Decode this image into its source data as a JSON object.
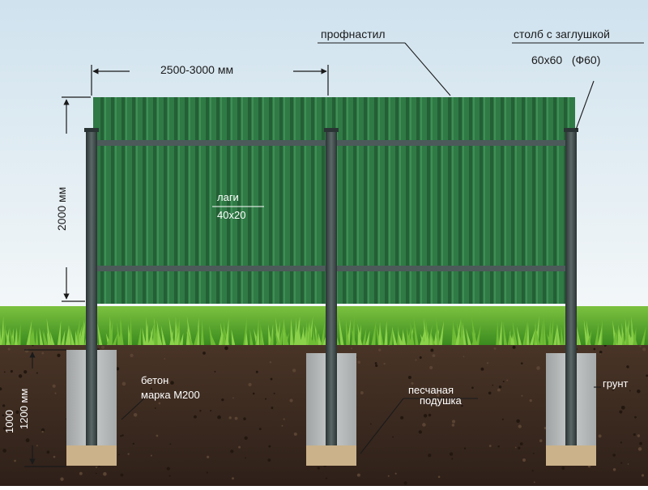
{
  "labels": {
    "width_dim": "2500-3000 мм",
    "sheeting": "профнастил",
    "post_line1": "столб с заглушкой",
    "post_line2": "60х60   (Ф60)",
    "height_dim": "2000 мм",
    "rails_line1": "лаги",
    "rails_line2": "40х20",
    "concrete_line1": "бетон",
    "concrete_line2": "марка М200",
    "sand_line1": "песчаная",
    "sand_line2": "подушка",
    "soil": "грунт",
    "depth_line1": "1000",
    "depth_line2": "1200 мм"
  },
  "colors": {
    "sky_top": "#cfe2ee",
    "sky_bottom": "#f3f7f8",
    "sheet": "#2f7a45",
    "sheet_rib": "#245f35",
    "post": "#3d4a4a",
    "grass": "#4fa52c",
    "soil": "#3b2a20",
    "concrete": "#b9bcbc",
    "sand": "#cbb28a"
  }
}
